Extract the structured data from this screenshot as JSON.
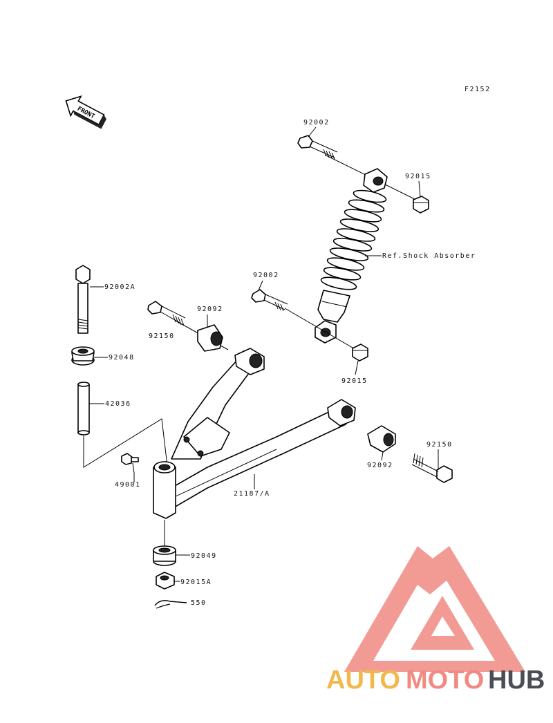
{
  "figure_code": "F2152",
  "front_label": "FRONT",
  "parts": {
    "p92002_top": "92002",
    "p92015_top": "92015",
    "ref_shock": "Ref.Shock Absorber",
    "p92002_mid": "92002",
    "p92015_mid": "92015",
    "p92002A": "92002A",
    "p92150_left": "92150",
    "p92092_left": "92092",
    "p92048": "92048",
    "p42036": "42036",
    "p49001": "49001",
    "p21187A": "21187/A",
    "p92092_right": "92092",
    "p92150_right": "92150",
    "p92049": "92049",
    "p92015A": "92015A",
    "p550": "550"
  },
  "watermark": {
    "word_auto": "AUTO",
    "word_moto": "MOTO",
    "word_hub": "HUB",
    "colors": {
      "triangle": "#f08a82",
      "auto": "#f2b84b",
      "moto": "#f08a82",
      "hub": "#4a4d55"
    }
  }
}
